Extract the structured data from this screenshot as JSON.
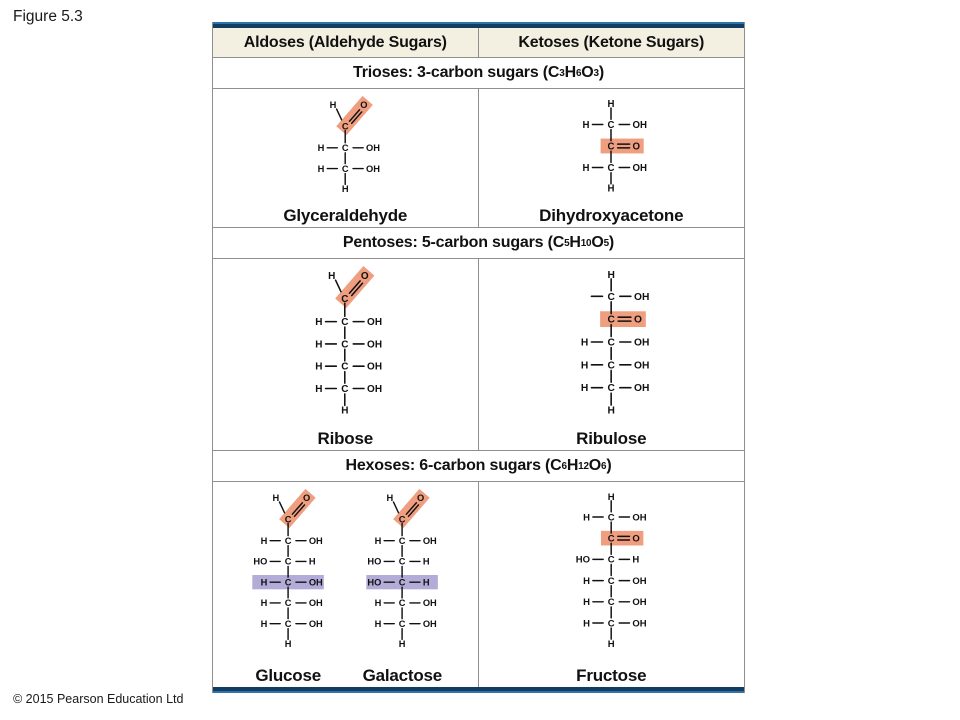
{
  "figure_label": "Figure 5.3",
  "copyright": "© 2015 Pearson Education Ltd",
  "colors": {
    "accent_dark": "#123d61",
    "accent_light": "#2e73aa",
    "header_bg": "#f4f0e1",
    "grid": "#8f8f8f",
    "salmon": "#f09e80",
    "purple": "#b3acd8",
    "ink": "#111111"
  },
  "table": {
    "column_headers": [
      "Aldoses (Aldehyde Sugars)",
      "Ketoses (Ketone Sugars)"
    ],
    "sections": [
      {
        "title_segments": [
          {
            "text": "Trioses: 3-carbon sugars (C"
          },
          {
            "sub": "3"
          },
          {
            "text": "H"
          },
          {
            "sub": "6"
          },
          {
            "text": "O"
          },
          {
            "sub": "3"
          },
          {
            "text": ")"
          }
        ],
        "aldoses": [
          {
            "name": "Glyceraldehyde",
            "elements": [
              {
                "type": "aldehyde"
              },
              {
                "type": "carbon",
                "left": "H",
                "right": "OH"
              },
              {
                "type": "carbon",
                "left": "H",
                "right": "OH"
              },
              {
                "type": "hydrogen"
              }
            ]
          }
        ],
        "ketoses": [
          {
            "name": "Dihydroxyacetone",
            "elements": [
              {
                "type": "hydrogen"
              },
              {
                "type": "carbon",
                "left": "H",
                "right": "OH"
              },
              {
                "type": "co"
              },
              {
                "type": "carbon",
                "left": "H",
                "right": "OH"
              },
              {
                "type": "hydrogen"
              }
            ]
          }
        ]
      },
      {
        "title_segments": [
          {
            "text": "Pentoses: 5-carbon sugars (C"
          },
          {
            "sub": "5"
          },
          {
            "text": "H"
          },
          {
            "sub": "10"
          },
          {
            "text": "O"
          },
          {
            "sub": "5"
          },
          {
            "text": ")"
          }
        ],
        "aldoses": [
          {
            "name": "Ribose",
            "elements": [
              {
                "type": "aldehyde"
              },
              {
                "type": "carbon",
                "left": "H",
                "right": "OH"
              },
              {
                "type": "carbon",
                "left": "H",
                "right": "OH"
              },
              {
                "type": "carbon",
                "left": "H",
                "right": "OH"
              },
              {
                "type": "carbon",
                "left": "H",
                "right": "OH"
              },
              {
                "type": "hydrogen"
              }
            ]
          }
        ],
        "ketoses": [
          {
            "name": "Ribulose",
            "elements": [
              {
                "type": "hydrogen"
              },
              {
                "type": "carbon",
                "left": "",
                "right": "OH"
              },
              {
                "type": "co"
              },
              {
                "type": "carbon",
                "left": "H",
                "right": "OH"
              },
              {
                "type": "carbon",
                "left": "H",
                "right": "OH"
              },
              {
                "type": "carbon",
                "left": "H",
                "right": "OH"
              },
              {
                "type": "hydrogen"
              }
            ]
          }
        ]
      },
      {
        "title_segments": [
          {
            "text": "Hexoses: 6-carbon sugars (C"
          },
          {
            "sub": "6"
          },
          {
            "text": "H"
          },
          {
            "sub": "12"
          },
          {
            "text": "O"
          },
          {
            "sub": "6"
          },
          {
            "text": ")"
          }
        ],
        "aldoses": [
          {
            "name": "Glucose",
            "elements": [
              {
                "type": "aldehyde"
              },
              {
                "type": "carbon",
                "left": "H",
                "right": "OH"
              },
              {
                "type": "carbon",
                "left": "HO",
                "right": "H"
              },
              {
                "type": "carbon",
                "left": "H",
                "right": "OH",
                "highlight": "purple"
              },
              {
                "type": "carbon",
                "left": "H",
                "right": "OH"
              },
              {
                "type": "carbon",
                "left": "H",
                "right": "OH"
              },
              {
                "type": "hydrogen"
              }
            ]
          },
          {
            "name": "Galactose",
            "elements": [
              {
                "type": "aldehyde"
              },
              {
                "type": "carbon",
                "left": "H",
                "right": "OH"
              },
              {
                "type": "carbon",
                "left": "HO",
                "right": "H"
              },
              {
                "type": "carbon",
                "left": "HO",
                "right": "H",
                "highlight": "purple"
              },
              {
                "type": "carbon",
                "left": "H",
                "right": "OH"
              },
              {
                "type": "carbon",
                "left": "H",
                "right": "OH"
              },
              {
                "type": "hydrogen"
              }
            ]
          }
        ],
        "ketoses": [
          {
            "name": "Fructose",
            "elements": [
              {
                "type": "hydrogen"
              },
              {
                "type": "carbon",
                "left": "H",
                "right": "OH"
              },
              {
                "type": "co"
              },
              {
                "type": "carbon",
                "left": "HO",
                "right": "H"
              },
              {
                "type": "carbon",
                "left": "H",
                "right": "OH"
              },
              {
                "type": "carbon",
                "left": "H",
                "right": "OH"
              },
              {
                "type": "carbon",
                "left": "H",
                "right": "OH"
              },
              {
                "type": "hydrogen"
              }
            ]
          }
        ]
      }
    ]
  }
}
